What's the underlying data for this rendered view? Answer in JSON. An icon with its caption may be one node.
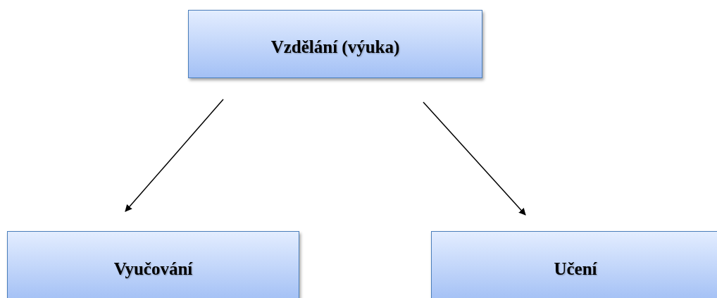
{
  "diagram": {
    "nodes": [
      {
        "text": [
          "Vzdělání (výuka)"
        ]
      },
      {
        "text": [
          "Vyučování"
        ]
      },
      {
        "text": [
          "Učení"
        ]
      }
    ],
    "edges": [
      {
        "from": 0,
        "to": 1,
        "arrow": "to"
      },
      {
        "from": 0,
        "to": 2,
        "arrow": "to"
      }
    ]
  }
}
